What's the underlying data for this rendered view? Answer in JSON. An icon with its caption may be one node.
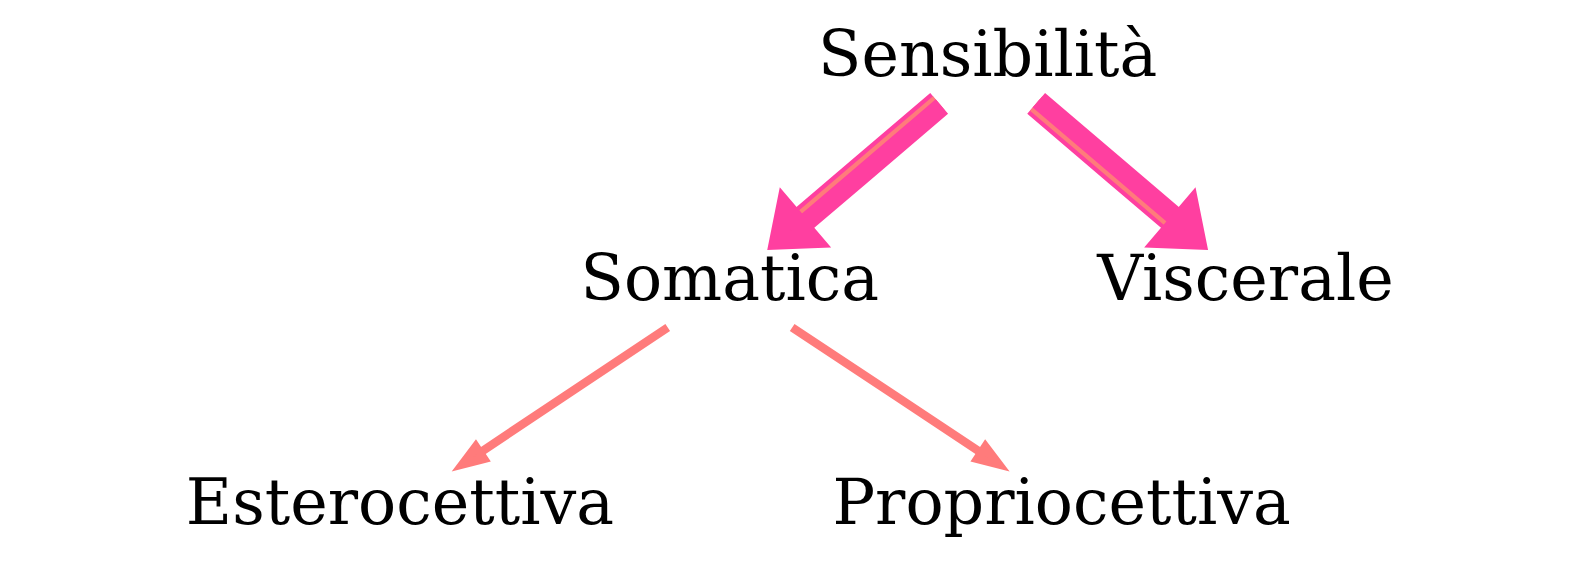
{
  "diagram": {
    "nodes": [
      {
        "text": [
          "Sensibilità"
        ]
      },
      {
        "text": [
          "Somatica"
        ]
      },
      {
        "text": [
          "Viscerale"
        ]
      },
      {
        "text": [
          "Esterocettiva"
        ]
      },
      {
        "text": [
          "Propriocettiva"
        ]
      }
    ],
    "edges": [
      {
        "from": 0,
        "to": 1,
        "arrow": "to",
        "style": "thick"
      },
      {
        "from": 0,
        "to": 2,
        "arrow": "to",
        "style": "thick"
      },
      {
        "from": 1,
        "to": 3,
        "arrow": "to"
      },
      {
        "from": 1,
        "to": 4,
        "arrow": "to"
      }
    ]
  }
}
